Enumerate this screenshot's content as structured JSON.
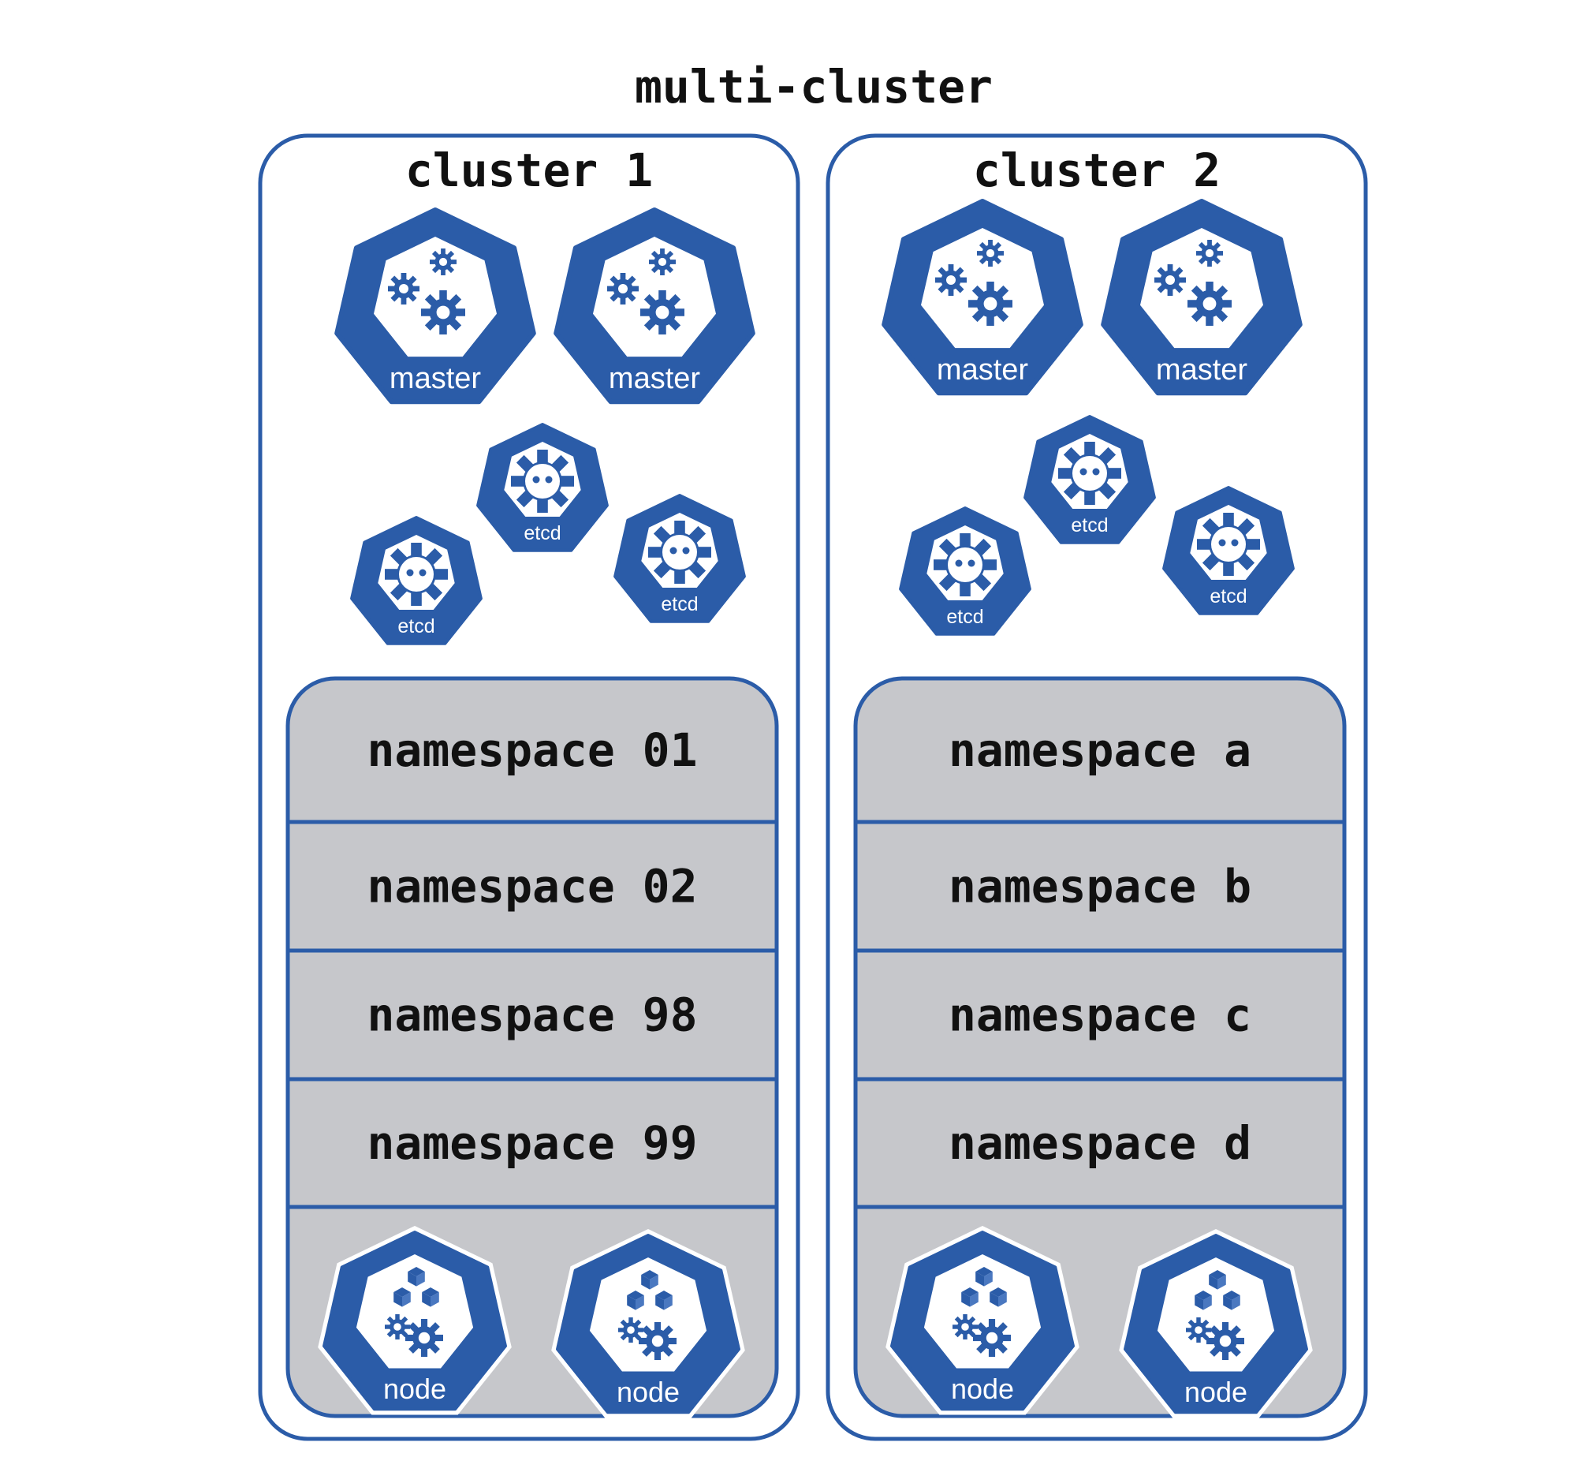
{
  "title": "multi-cluster",
  "colors": {
    "accent": "#2b5ca8",
    "namespace_fill": "#c6c7cb",
    "text": "#111111",
    "background": "#ffffff"
  },
  "clusters": [
    {
      "title": "cluster 1",
      "masters": [
        "master",
        "master"
      ],
      "etcds": [
        "etcd",
        "etcd",
        "etcd"
      ],
      "namespaces": [
        "namespace 01",
        "namespace 02",
        "namespace 98",
        "namespace 99"
      ],
      "nodes": [
        "node",
        "node"
      ]
    },
    {
      "title": "cluster 2",
      "masters": [
        "master",
        "master"
      ],
      "etcds": [
        "etcd",
        "etcd",
        "etcd"
      ],
      "namespaces": [
        "namespace a",
        "namespace b",
        "namespace c",
        "namespace d"
      ],
      "nodes": [
        "node",
        "node"
      ]
    }
  ],
  "icons": {
    "master": "kubernetes-master-icon",
    "etcd": "kubernetes-etcd-icon",
    "node": "kubernetes-node-icon"
  }
}
